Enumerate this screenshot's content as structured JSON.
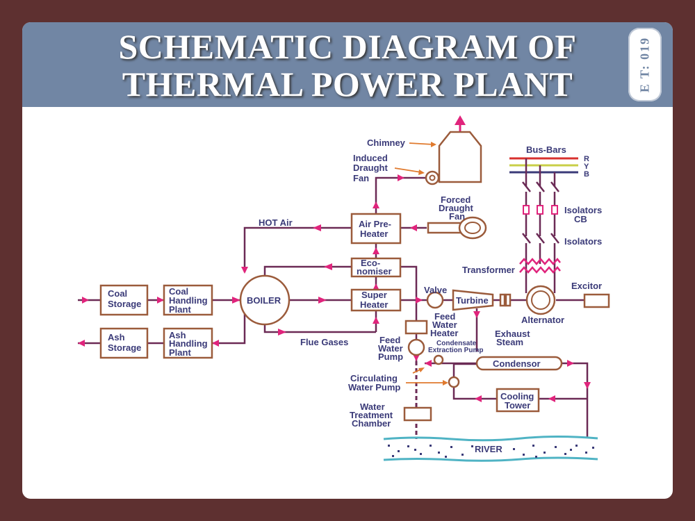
{
  "header": {
    "title_line1": "SCHEMATIC DIAGRAM OF",
    "title_line2": "THERMAL POWER PLANT",
    "badge": "E T: 019"
  },
  "labels": {
    "chimney": "Chimney",
    "induced_1": "Induced",
    "induced_2": "Draught",
    "induced_3": "Fan",
    "forced_1": "Forced",
    "forced_2": "Draught",
    "forced_3": "Fan",
    "hot_air": "HOT Air",
    "air_pre_1": "Air Pre-",
    "air_pre_2": "Heater",
    "eco_1": "Eco-",
    "eco_2": "nomiser",
    "coal_storage_1": "Coal",
    "coal_storage_2": "Storage",
    "coal_handling_1": "Coal",
    "coal_handling_2": "Handling",
    "coal_handling_3": "Plant",
    "boiler": "BOILER",
    "super_1": "Super",
    "super_2": "Heater",
    "valve": "Valve",
    "turbine": "Turbine",
    "alternator": "Alternator",
    "excitor": "Excitor",
    "ash_storage_1": "Ash",
    "ash_storage_2": "Storage",
    "ash_handling_1": "Ash",
    "ash_handling_2": "Handling",
    "ash_handling_3": "Plant",
    "flue_gases": "Flue Gases",
    "fwh_1": "Feed",
    "fwh_2": "Water",
    "fwh_3": "Heater",
    "fwp_1": "Feed",
    "fwp_2": "Water",
    "fwp_3": "Pump",
    "cond_pump_1": "Condensate",
    "cond_pump_2": "Extraction Pump",
    "exhaust_1": "Exhaust",
    "exhaust_2": "Steam",
    "condensor": "Condensor",
    "circ_1": "Circulating",
    "circ_2": "Water Pump",
    "cooling_1": "Cooling",
    "cooling_2": "Tower",
    "wtc_1": "Water",
    "wtc_2": "Treatment",
    "wtc_3": "Chamber",
    "river": "RIVER",
    "bus_bars": "Bus-Bars",
    "phase_r": "R",
    "phase_y": "Y",
    "phase_b": "B",
    "isolators_cb_1": "Isolators",
    "isolators_cb_2": "CB",
    "isolators": "Isolators",
    "transformer": "Transformer"
  },
  "colors": {
    "background": "#5e3030",
    "header": "#7186a4",
    "box_border": "#9b5b3b",
    "pipe": "#6b2a55",
    "arrow": "#e0247c",
    "label": "#3a3a78",
    "bus_r": "#d8302e",
    "bus_y": "#c9cf48",
    "bus_b": "#3a3a78",
    "river": "#4fb3c4"
  }
}
